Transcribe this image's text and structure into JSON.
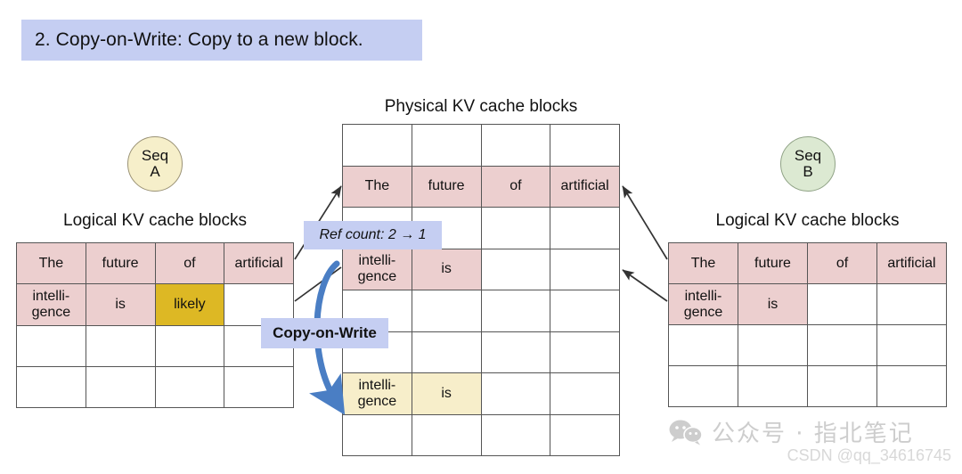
{
  "title": {
    "text": "2. Copy-on-Write: Copy to a new block.",
    "bg_color": "#c5cef2"
  },
  "captions": {
    "physical": "Physical KV cache blocks",
    "logical_left": "Logical KV cache blocks",
    "logical_right": "Logical KV cache blocks"
  },
  "sequences": {
    "a": {
      "line1": "Seq",
      "line2": "A",
      "fill": "#f6efca"
    },
    "b": {
      "line1": "Seq",
      "line2": "B",
      "fill": "#dce9d2"
    }
  },
  "callouts": {
    "ref_count": "Ref count: 2 → 1",
    "copy_on_write": "Copy-on-Write"
  },
  "colors": {
    "pink": "#eccfcf",
    "gold": "#ddb824",
    "cream": "#f7eeca",
    "callout_blue": "#c5cef2",
    "arrow_blue": "#4a7ec4",
    "arrow_dark": "#333333",
    "grid_line": "#555555"
  },
  "tables": {
    "logical_left": {
      "columns": 4,
      "rows": 4,
      "cells": [
        [
          {
            "text": "The",
            "fill": "pink"
          },
          {
            "text": "future",
            "fill": "pink"
          },
          {
            "text": "of",
            "fill": "pink"
          },
          {
            "text": "artificial",
            "fill": "pink"
          }
        ],
        [
          {
            "text": "intelli-\ngence",
            "fill": "pink"
          },
          {
            "text": "is",
            "fill": "pink"
          },
          {
            "text": "likely",
            "fill": "gold"
          },
          {
            "text": "",
            "fill": "empty"
          }
        ],
        [
          {
            "text": "",
            "fill": "empty"
          },
          {
            "text": "",
            "fill": "empty"
          },
          {
            "text": "",
            "fill": "empty"
          },
          {
            "text": "",
            "fill": "empty"
          }
        ],
        [
          {
            "text": "",
            "fill": "empty"
          },
          {
            "text": "",
            "fill": "empty"
          },
          {
            "text": "",
            "fill": "empty"
          },
          {
            "text": "",
            "fill": "empty"
          }
        ]
      ]
    },
    "logical_right": {
      "columns": 4,
      "rows": 4,
      "cells": [
        [
          {
            "text": "The",
            "fill": "pink"
          },
          {
            "text": "future",
            "fill": "pink"
          },
          {
            "text": "of",
            "fill": "pink"
          },
          {
            "text": "artificial",
            "fill": "pink"
          }
        ],
        [
          {
            "text": "intelli-\ngence",
            "fill": "pink"
          },
          {
            "text": "is",
            "fill": "pink"
          },
          {
            "text": "",
            "fill": "empty"
          },
          {
            "text": "",
            "fill": "empty"
          }
        ],
        [
          {
            "text": "",
            "fill": "empty"
          },
          {
            "text": "",
            "fill": "empty"
          },
          {
            "text": "",
            "fill": "empty"
          },
          {
            "text": "",
            "fill": "empty"
          }
        ],
        [
          {
            "text": "",
            "fill": "empty"
          },
          {
            "text": "",
            "fill": "empty"
          },
          {
            "text": "",
            "fill": "empty"
          },
          {
            "text": "",
            "fill": "empty"
          }
        ]
      ]
    },
    "physical": {
      "columns": 4,
      "rows": 8,
      "cells": [
        [
          {
            "text": "",
            "fill": "empty"
          },
          {
            "text": "",
            "fill": "empty"
          },
          {
            "text": "",
            "fill": "empty"
          },
          {
            "text": "",
            "fill": "empty"
          }
        ],
        [
          {
            "text": "The",
            "fill": "pink"
          },
          {
            "text": "future",
            "fill": "pink"
          },
          {
            "text": "of",
            "fill": "pink"
          },
          {
            "text": "artificial",
            "fill": "pink"
          }
        ],
        [
          {
            "text": "",
            "fill": "empty"
          },
          {
            "text": "",
            "fill": "empty"
          },
          {
            "text": "",
            "fill": "empty"
          },
          {
            "text": "",
            "fill": "empty"
          }
        ],
        [
          {
            "text": "intelli-\ngence",
            "fill": "pink"
          },
          {
            "text": "is",
            "fill": "pink"
          },
          {
            "text": "",
            "fill": "empty"
          },
          {
            "text": "",
            "fill": "empty"
          }
        ],
        [
          {
            "text": "",
            "fill": "empty"
          },
          {
            "text": "",
            "fill": "empty"
          },
          {
            "text": "",
            "fill": "empty"
          },
          {
            "text": "",
            "fill": "empty"
          }
        ],
        [
          {
            "text": "",
            "fill": "empty"
          },
          {
            "text": "",
            "fill": "empty"
          },
          {
            "text": "",
            "fill": "empty"
          },
          {
            "text": "",
            "fill": "empty"
          }
        ],
        [
          {
            "text": "intelli-\ngence",
            "fill": "cream"
          },
          {
            "text": "is",
            "fill": "cream"
          },
          {
            "text": "",
            "fill": "empty"
          },
          {
            "text": "",
            "fill": "empty"
          }
        ],
        [
          {
            "text": "",
            "fill": "empty"
          },
          {
            "text": "",
            "fill": "empty"
          },
          {
            "text": "",
            "fill": "empty"
          },
          {
            "text": "",
            "fill": "empty"
          }
        ]
      ]
    }
  },
  "watermark": {
    "icon": "wechat-icon",
    "text": "公众号 · 指北笔记",
    "sub": "CSDN @qq_34616745"
  }
}
